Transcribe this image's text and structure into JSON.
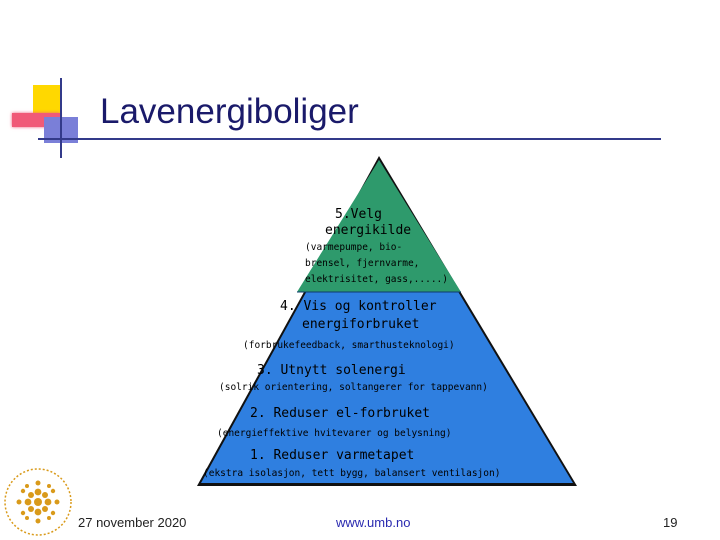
{
  "slide": {
    "title": "Lavenergiboliger",
    "footer_date": "27 november 2020",
    "footer_url": "www.umb.no",
    "footer_page": "19"
  },
  "pyramid": {
    "level5_line1": "5.Velg",
    "level5_line2": "energikilde",
    "level5_sub1": "(varmepumpe, bio-",
    "level5_sub2": "brensel, fjernvarme,",
    "level5_sub3": "elektrisitet, gass,.....)",
    "level4_line1": "4. Vis og kontroller",
    "level4_line2": "energiforbruket",
    "level4_sub": "(forbrukefeedback, smarthusteknologi)",
    "level3_line": "3. Utnytt solenergi",
    "level3_sub": "(solrik orientering, soltangerer for tappevann)",
    "level2_line": "2. Reduser el-forbruket",
    "level2_sub": "(energieffektive hvitevarer og belysning)",
    "level1_line": "1. Reduser varmetapet",
    "level1_sub": "(ekstra isolasjon, tett bygg, balansert ventilasjon)"
  },
  "colors": {
    "top_section": "#2e9a6c",
    "lower_section": "#2f7fe0",
    "title": "#1a1a6a",
    "logo": "#d99a1a"
  },
  "icons": {
    "logo": "university-seal-logo"
  }
}
